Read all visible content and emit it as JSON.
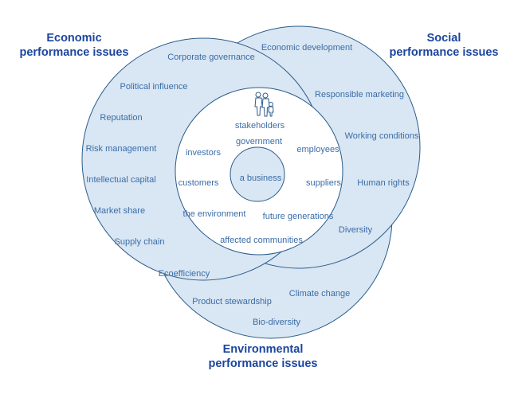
{
  "diagram": {
    "type": "venn-3-circle-sustainability",
    "description_source": "three overlapping performance-issue circles around concentric stakeholder rings"
  },
  "titles": {
    "economic": [
      "Economic",
      "performance issues"
    ],
    "social": [
      "Social",
      "performance issues"
    ],
    "environmental": [
      "Environmental",
      "performance issues"
    ]
  },
  "economic_labels": [
    "Corporate governance",
    "Political influence",
    "Reputation",
    "Risk management",
    "Intellectual capital",
    "Market share",
    "Supply chain",
    "Ecoefficiency"
  ],
  "social_labels": [
    "Economic development",
    "Responsible marketing",
    "Working conditions",
    "Human rights",
    "Diversity"
  ],
  "environmental_labels": [
    "Climate change",
    "Product stewardship",
    "Bio-diversity"
  ],
  "stakeholder_ring": {
    "icon": "people-icon",
    "labels": [
      "stakeholders",
      "government",
      "investors",
      "employees",
      "customers",
      "suppliers",
      "the environment",
      "future generations",
      "affected communities"
    ]
  },
  "center": {
    "label": "a business"
  },
  "colors": {
    "circle_fill": "#d9e6f3",
    "circle_stroke": "#2b5c8a",
    "label_text": "#3a6da8",
    "title_text": "#1b459e",
    "ring_fill": "#ffffff"
  }
}
